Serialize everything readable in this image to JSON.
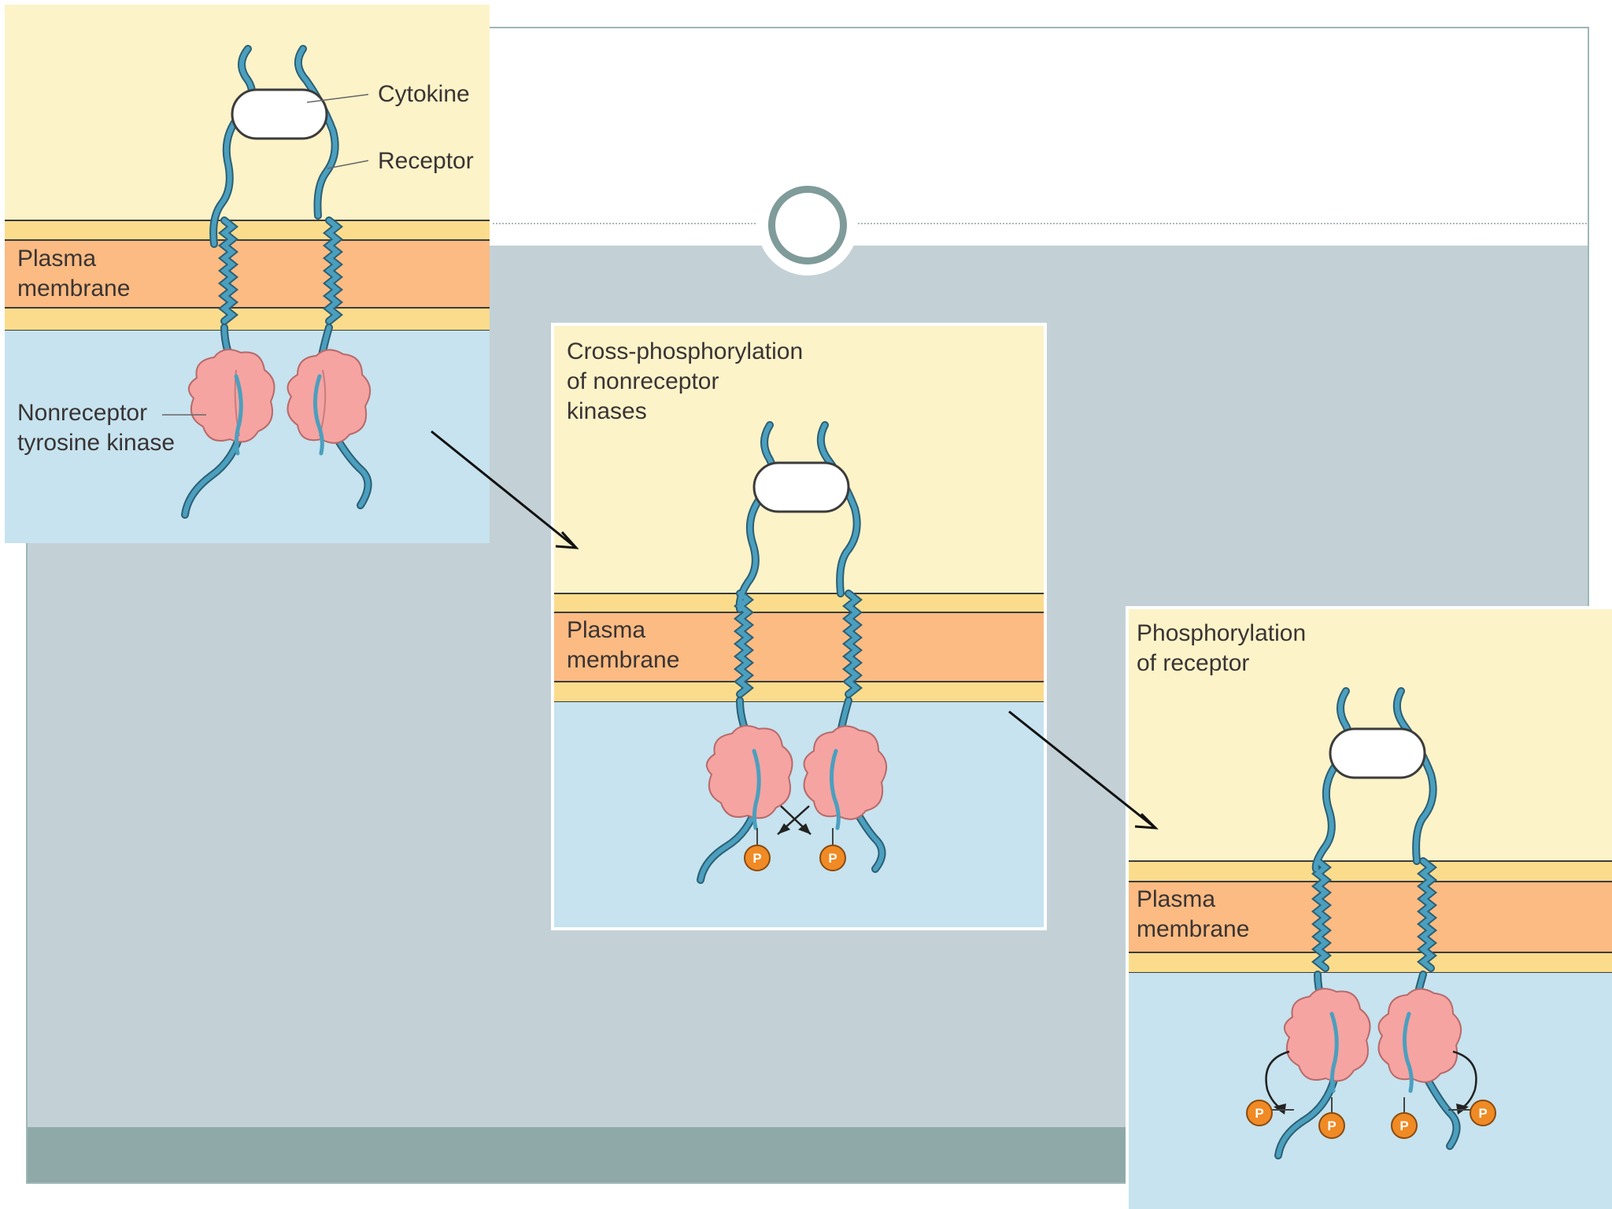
{
  "panels": {
    "first": {
      "cytokine_label": "Cytokine",
      "receptor_label": "Receptor",
      "membrane_label": [
        "Plasma",
        "membrane"
      ],
      "kinase_label": [
        "Nonreceptor",
        "tyrosine kinase"
      ]
    },
    "second": {
      "title": [
        "Cross-phosphorylation",
        "of nonreceptor",
        "kinases"
      ],
      "membrane_label": [
        "Plasma",
        "membrane"
      ],
      "phosphate_label": "P"
    },
    "third": {
      "title": [
        "Phosphorylation",
        "of receptor"
      ],
      "membrane_label": [
        "Plasma",
        "membrane"
      ],
      "phosphate_label": "P"
    }
  },
  "colors": {
    "extracellular": "#fdf3c9",
    "membrane_core": "#fbbb82",
    "membrane_edge": "#fbdc8c",
    "cytoplasm": "#c6e3ef",
    "receptor_strand": "#4b9fbe",
    "kinase": "#f5a4a2",
    "phosphate": "#f08a25",
    "slide_body": "#c3d1d6",
    "slide_footer": "#8fa9a8"
  }
}
